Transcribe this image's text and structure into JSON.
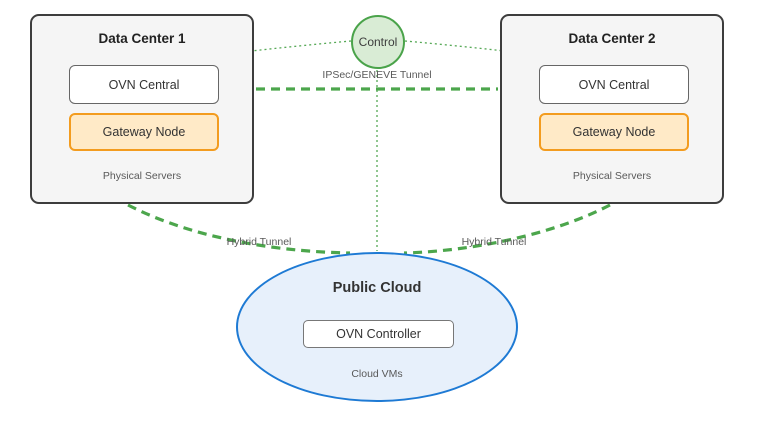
{
  "diagram": {
    "data_centers": [
      {
        "title": "Data Center 1",
        "central_label": "OVN Central",
        "gateway_label": "Gateway Node",
        "caption": "Physical Servers"
      },
      {
        "title": "Data Center 2",
        "central_label": "OVN Central",
        "gateway_label": "Gateway Node",
        "caption": "Physical Servers"
      }
    ],
    "control": {
      "label": "Control"
    },
    "edges": {
      "ipsec_tunnel_label": "IPSec/GENEVE Tunnel",
      "hybrid_tunnel_left_label": "Hybrid Tunnel",
      "hybrid_tunnel_right_label": "Hybrid Tunnel"
    },
    "cloud": {
      "title": "Public Cloud",
      "controller_label": "OVN Controller",
      "caption": "Cloud VMs"
    },
    "colors": {
      "dc_fill": "#f5f5f5",
      "dc_border": "#3d3d3d",
      "gateway_fill": "#ffeac7",
      "gateway_border": "#f39c1f",
      "control_fill": "#d9ecd5",
      "control_border": "#4aa34a",
      "cloud_fill": "#e7f0fb",
      "cloud_border": "#1e7ad4",
      "tunnel_green": "#4ca64c",
      "label_gray": "#595959"
    }
  }
}
